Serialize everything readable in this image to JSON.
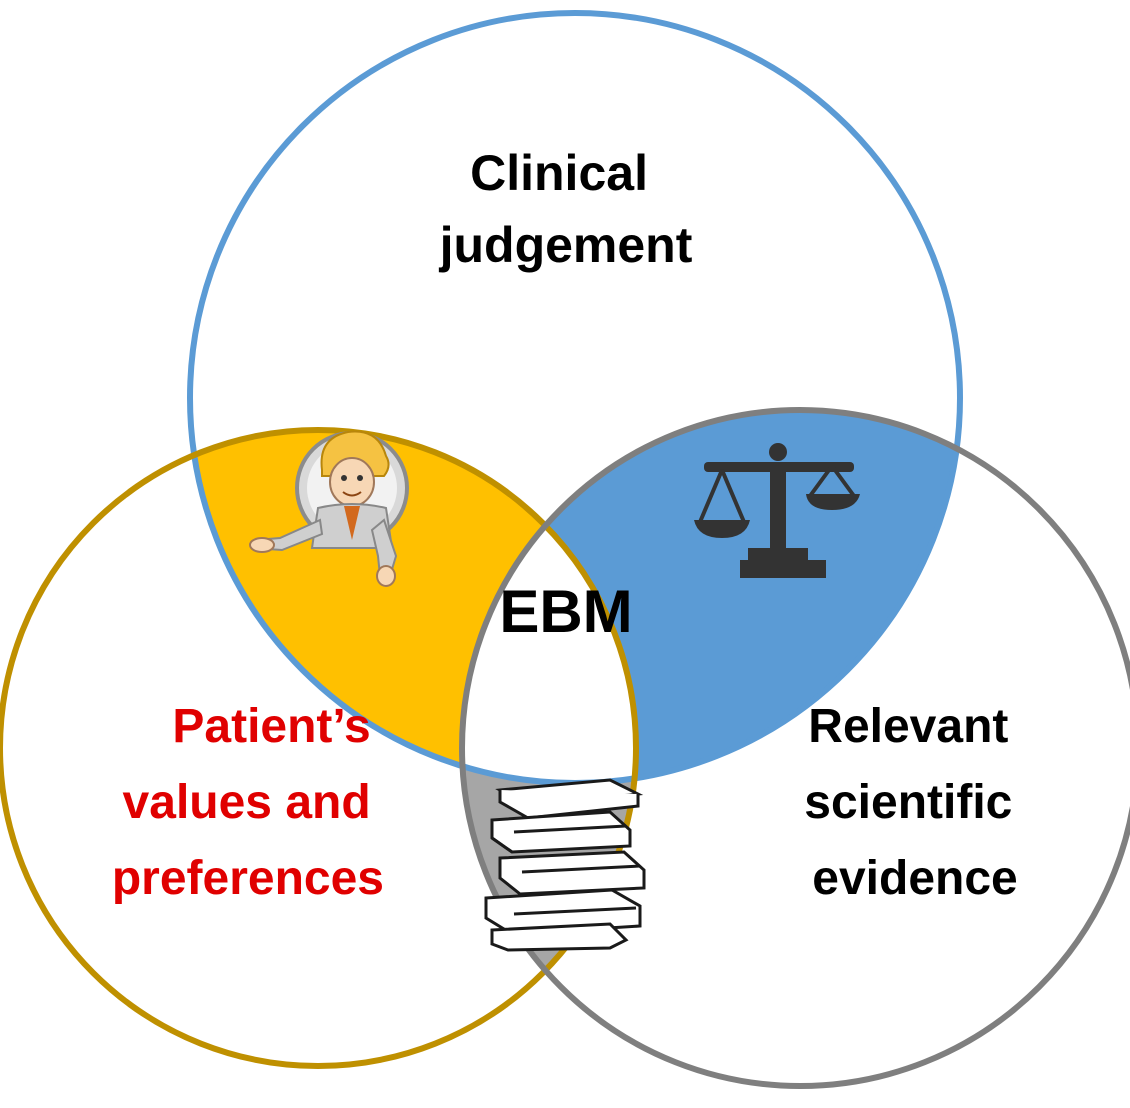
{
  "diagram": {
    "center_label": "EBM",
    "clinical": {
      "lines": [
        "Clinical",
        "judgement"
      ],
      "stroke_color": "#5B9BD5"
    },
    "patient": {
      "lines": [
        "Patient’s",
        "values and",
        "preferences"
      ],
      "stroke_color": "#BF9000",
      "text_color": "#E00000"
    },
    "evidence": {
      "lines": [
        "Relevant",
        "scientific",
        "evidence"
      ],
      "stroke_color": "#7F7F7F"
    },
    "overlaps": {
      "clinical_patient": {
        "color": "#FFC000",
        "icon": "cartoon-person-pointing-icon"
      },
      "clinical_evidence": {
        "color": "#5B9BD5",
        "icon": "balance-scale-icon"
      },
      "patient_evidence": {
        "color": "#A6A6A6",
        "icon": "stack-of-books-icon"
      }
    },
    "text_color": "#000000",
    "background": "#FFFFFF"
  }
}
